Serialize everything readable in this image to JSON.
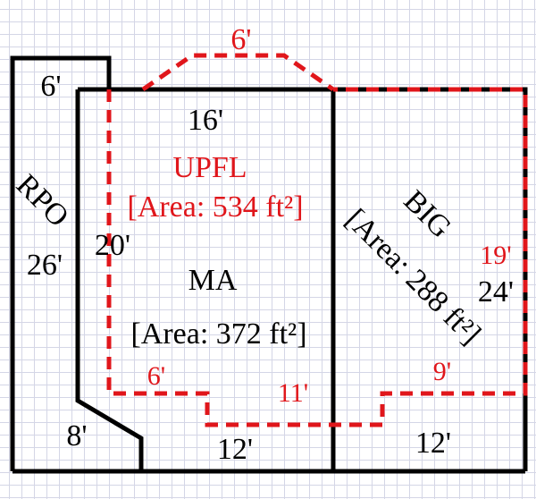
{
  "colors": {
    "wall": "#000000",
    "upper_floor": "#e0161b",
    "grid": "#d4d6e6"
  },
  "rooms": {
    "rpo": {
      "name": "RPO",
      "width": "6'",
      "height": "26'"
    },
    "ma": {
      "name": "MA",
      "area": "[Area: 372 ft²]",
      "top": "16'",
      "side": "20'",
      "bottom": "12'",
      "corner": "8'"
    },
    "big": {
      "name": "BIG",
      "area": "[Area: 288 ft²]",
      "side": "24'",
      "bottom": "12'"
    },
    "upfl": {
      "name": "UPFL",
      "area": "[Area: 534 ft²]",
      "top": "6'",
      "side": "19'",
      "step_left": "6'",
      "step_mid": "11'",
      "step_right": "9'"
    }
  }
}
